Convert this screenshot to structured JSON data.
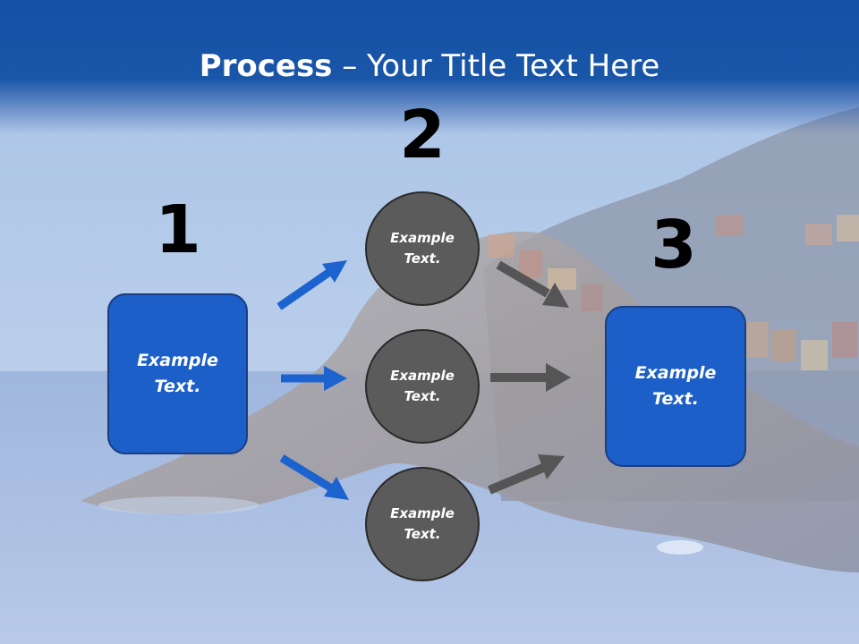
{
  "title": {
    "bold": "Process",
    "rest": " – Your Title Text Here"
  },
  "steps": [
    {
      "number": "1",
      "label": "Example\nText."
    },
    {
      "number": "2",
      "label": "Example\nText."
    },
    {
      "number": "3",
      "label": "Example\nText."
    }
  ],
  "circles": [
    {
      "label": "Example\nText."
    },
    {
      "label": "Example\nText."
    },
    {
      "label": "Example\nText."
    }
  ],
  "colors": {
    "header": "#1450a4",
    "box": "#1c5fc8",
    "circle": "#5b5b5b",
    "blue_arrow": "#1d63d0",
    "gray_arrow": "#555555"
  }
}
